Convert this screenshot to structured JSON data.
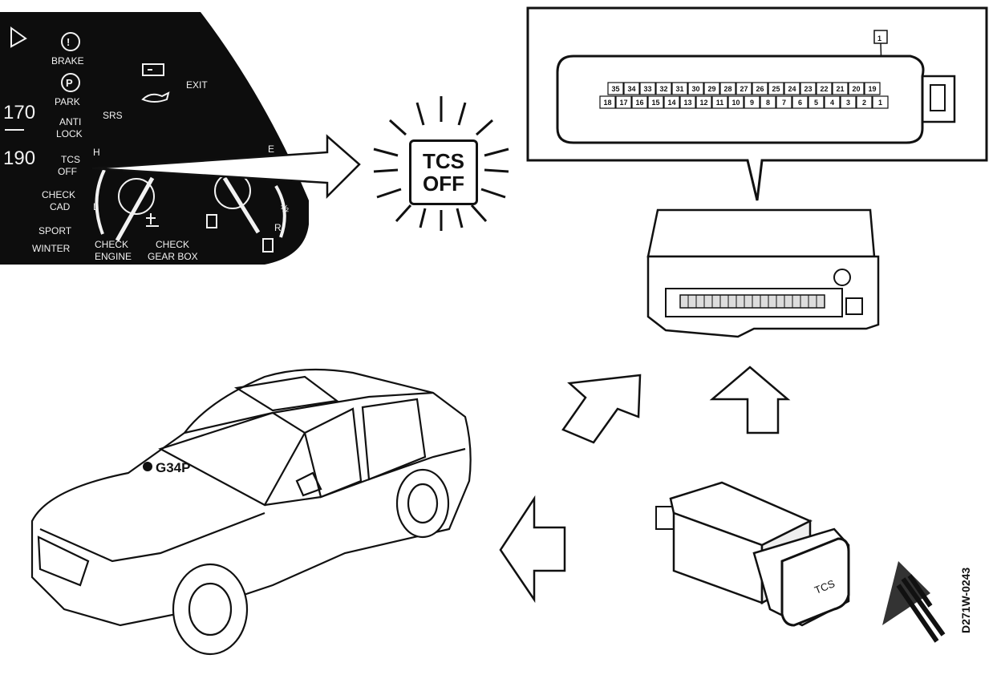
{
  "cluster": {
    "speed_labels": [
      "170",
      "190"
    ],
    "warning_labels": {
      "brake": "BRAKE",
      "park": "PARK",
      "anti_lock": [
        "ANTI",
        "LOCK"
      ],
      "tcs_off": [
        "TCS",
        "OFF"
      ],
      "check_cad": [
        "CHECK",
        "CAD"
      ],
      "sport": "SPORT",
      "winter": "WINTER",
      "srs": "SRS",
      "exit": "EXIT",
      "check_engine": [
        "CHECK",
        "ENGINE"
      ],
      "check_gearbox": [
        "CHECK",
        "GEAR BOX"
      ]
    },
    "gauge_letters": {
      "h": "H",
      "l": "L",
      "e": "E",
      "half": "½",
      "r": "R"
    }
  },
  "lamp": {
    "line1": "TCS",
    "line2": "OFF"
  },
  "connector": {
    "callout_pin": "1",
    "top_row": [
      "35",
      "34",
      "33",
      "32",
      "31",
      "30",
      "29",
      "28",
      "27",
      "26",
      "25",
      "24",
      "23",
      "22",
      "21",
      "20",
      "19"
    ],
    "bottom_row": [
      "18",
      "17",
      "16",
      "15",
      "14",
      "13",
      "12",
      "11",
      "10",
      "9",
      "8",
      "7",
      "6",
      "5",
      "4",
      "3",
      "2",
      "1"
    ]
  },
  "car": {
    "ground_point": "G34P"
  },
  "switch": {
    "label": "TCS"
  },
  "figure_code": "D271W-0243"
}
